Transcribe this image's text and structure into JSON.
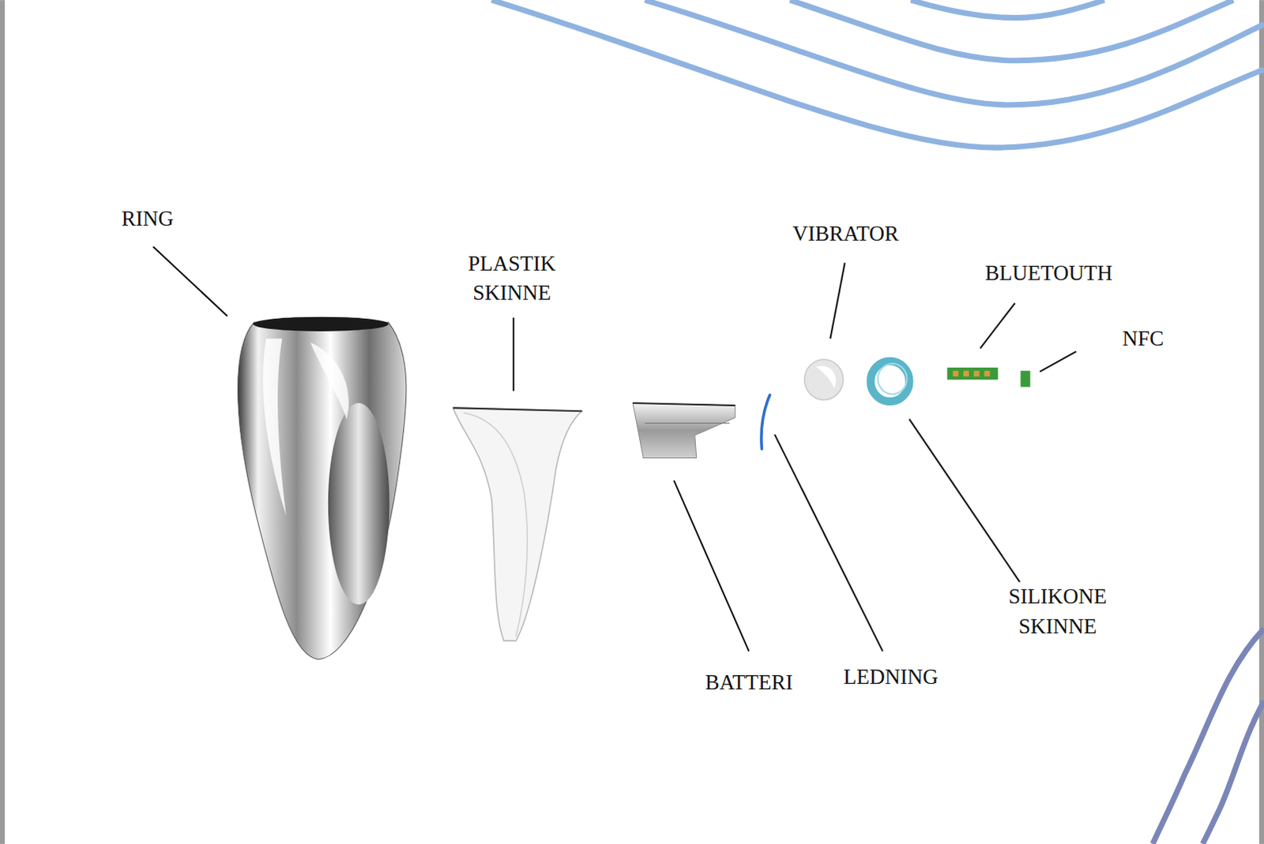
{
  "diagram": {
    "labels": [
      "RING",
      "PLASTIK SKINNE",
      "VIBRATOR",
      "BLUETOUTH",
      "NFC",
      "BATTERI",
      "LEDNING",
      "SILIKONE SKINNE"
    ]
  }
}
